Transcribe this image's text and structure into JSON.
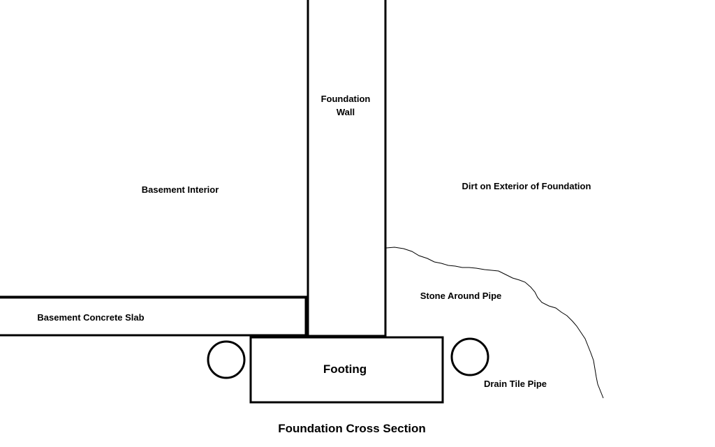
{
  "labels": {
    "foundation_wall_line1": "Foundation",
    "foundation_wall_line2": "Wall",
    "basement_interior": "Basement Interior",
    "dirt_exterior": "Dirt on Exterior of Foundation",
    "stone_around_pipe": "Stone Around Pipe",
    "basement_slab": "Basement Concrete Slab",
    "footing": "Footing",
    "drain_tile_pipe": "Drain Tile Pipe",
    "caption": "Foundation Cross Section"
  }
}
